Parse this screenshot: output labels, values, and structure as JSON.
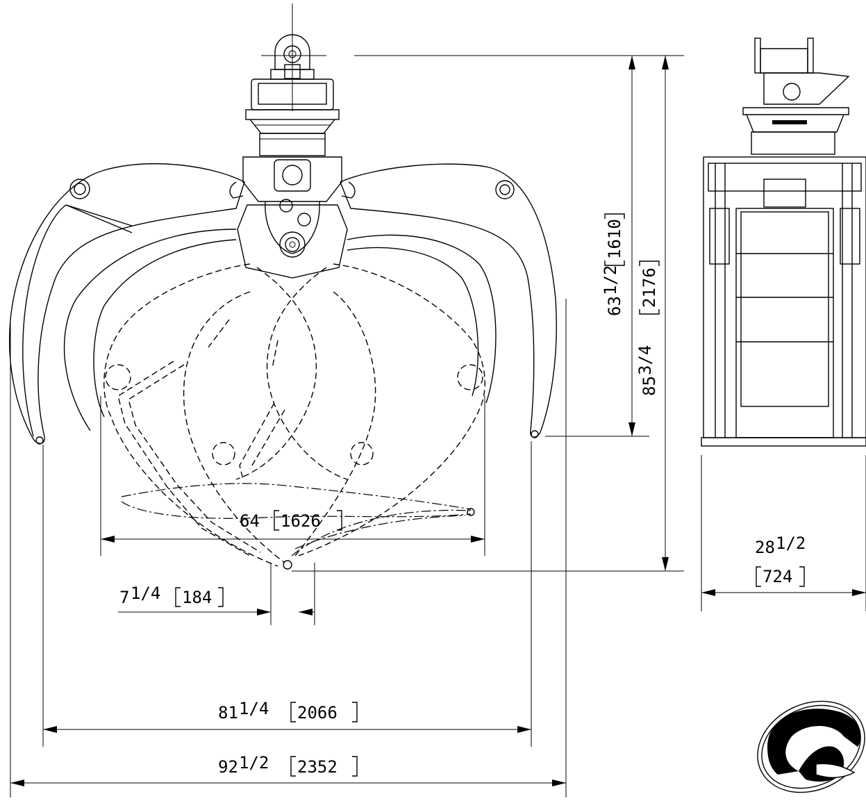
{
  "dimensions": {
    "inner_gap": {
      "whole": "7",
      "frac": "1/4",
      "metric": "184"
    },
    "open_inner": {
      "whole": "64",
      "frac": "",
      "metric": "1626"
    },
    "open_tips": {
      "whole": "81",
      "frac": "1/4",
      "metric": "2066"
    },
    "overall_width": {
      "whole": "92",
      "frac": "1/2",
      "metric": "2352"
    },
    "height_open": {
      "whole": "63",
      "frac": "1/2",
      "metric": "1610"
    },
    "height_closed": {
      "whole": "85",
      "frac": "3/4",
      "metric": "2176"
    },
    "side_width": {
      "whole": "28",
      "frac": "1/2",
      "metric": "724"
    }
  },
  "logo": {
    "icon": "beaver-logo-icon"
  },
  "colors": {
    "line": "#000000",
    "background": "#ffffff"
  }
}
